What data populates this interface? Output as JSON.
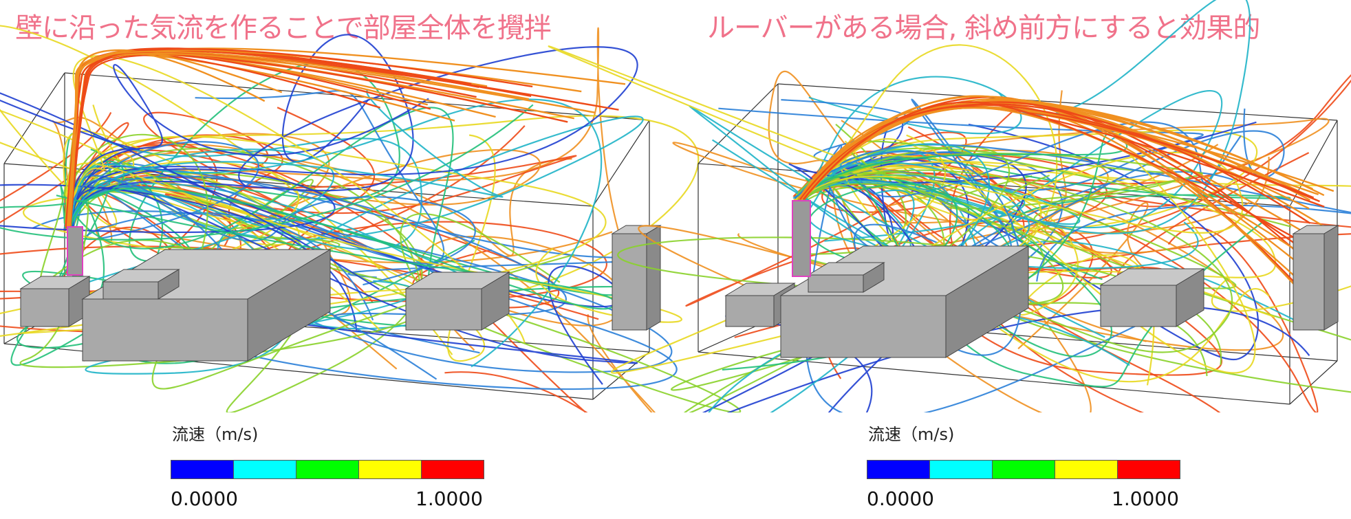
{
  "panels": [
    {
      "title": "壁に沿った気流を作ることで部屋全体を攪拌"
    },
    {
      "title": "ルーバーがある場合, 斜め前方にすると効果的"
    }
  ],
  "legend": {
    "title": "流速（m/s)",
    "min": "0.0000",
    "max": "1.0000",
    "colors": [
      "#0000ff",
      "#00ffff",
      "#00ff00",
      "#ffff00",
      "#ff0000"
    ]
  },
  "title_color": "#f0728a"
}
